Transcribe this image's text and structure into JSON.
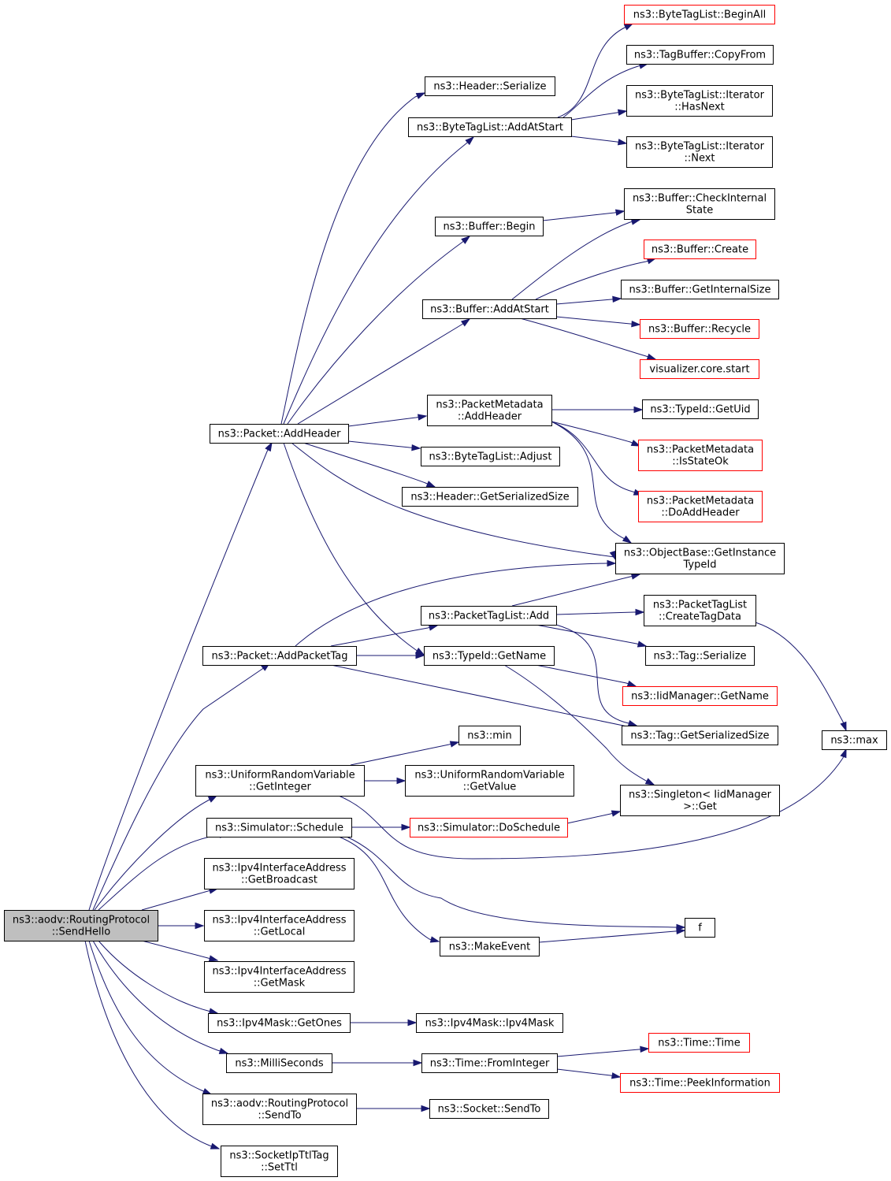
{
  "diagram": {
    "type": "call-graph",
    "colors": {
      "edge": "#191970",
      "node_border": "#000000",
      "node_border_truncated": "#ff0000",
      "root_fill": "#bfbfbf",
      "node_fill": "#ffffff"
    },
    "nodes": [
      {
        "id": "sendhello",
        "lines": [
          "ns3::aodv::RoutingProtocol",
          "::SendHello"
        ],
        "style": "root"
      },
      {
        "id": "packet-addheader",
        "lines": [
          "ns3::Packet::AddHeader"
        ],
        "style": "normal"
      },
      {
        "id": "packet-addpackettag",
        "lines": [
          "ns3::Packet::AddPacketTag"
        ],
        "style": "normal"
      },
      {
        "id": "urv-getinteger",
        "lines": [
          "ns3::UniformRandomVariable",
          "::GetInteger"
        ],
        "style": "normal"
      },
      {
        "id": "sim-schedule",
        "lines": [
          "ns3::Simulator::Schedule"
        ],
        "style": "normal"
      },
      {
        "id": "ipv4ia-getbroadcast",
        "lines": [
          "ns3::Ipv4InterfaceAddress",
          "::GetBroadcast"
        ],
        "style": "normal"
      },
      {
        "id": "ipv4ia-getlocal",
        "lines": [
          "ns3::Ipv4InterfaceAddress",
          "::GetLocal"
        ],
        "style": "normal"
      },
      {
        "id": "ipv4ia-getmask",
        "lines": [
          "ns3::Ipv4InterfaceAddress",
          "::GetMask"
        ],
        "style": "normal"
      },
      {
        "id": "ipv4mask-getones",
        "lines": [
          "ns3::Ipv4Mask::GetOnes"
        ],
        "style": "normal"
      },
      {
        "id": "milliseconds",
        "lines": [
          "ns3::MilliSeconds"
        ],
        "style": "normal"
      },
      {
        "id": "aodv-sendto",
        "lines": [
          "ns3::aodv::RoutingProtocol",
          "::SendTo"
        ],
        "style": "normal"
      },
      {
        "id": "socketipttltag-setttl",
        "lines": [
          "ns3::SocketIpTtlTag",
          "::SetTtl"
        ],
        "style": "normal"
      },
      {
        "id": "header-serialize",
        "lines": [
          "ns3::Header::Serialize"
        ],
        "style": "normal"
      },
      {
        "id": "btl-addatstart",
        "lines": [
          "ns3::ByteTagList::AddAtStart"
        ],
        "style": "normal"
      },
      {
        "id": "buffer-begin",
        "lines": [
          "ns3::Buffer::Begin"
        ],
        "style": "normal"
      },
      {
        "id": "buffer-addatstart",
        "lines": [
          "ns3::Buffer::AddAtStart"
        ],
        "style": "normal"
      },
      {
        "id": "pm-addheader",
        "lines": [
          "ns3::PacketMetadata",
          "::AddHeader"
        ],
        "style": "normal"
      },
      {
        "id": "btl-adjust",
        "lines": [
          "ns3::ByteTagList::Adjust"
        ],
        "style": "normal"
      },
      {
        "id": "header-getserializedsize",
        "lines": [
          "ns3::Header::GetSerializedSize"
        ],
        "style": "normal"
      },
      {
        "id": "ptl-add",
        "lines": [
          "ns3::PacketTagList::Add"
        ],
        "style": "normal"
      },
      {
        "id": "typeid-getname",
        "lines": [
          "ns3::TypeId::GetName"
        ],
        "style": "normal"
      },
      {
        "id": "ns3-min",
        "lines": [
          "ns3::min"
        ],
        "style": "normal"
      },
      {
        "id": "urv-getvalue",
        "lines": [
          "ns3::UniformRandomVariable",
          "::GetValue"
        ],
        "style": "normal"
      },
      {
        "id": "sim-doschedule",
        "lines": [
          "ns3::Simulator::DoSchedule"
        ],
        "style": "truncated"
      },
      {
        "id": "makeevent",
        "lines": [
          "ns3::MakeEvent"
        ],
        "style": "normal"
      },
      {
        "id": "ipv4mask-ctor",
        "lines": [
          "ns3::Ipv4Mask::Ipv4Mask"
        ],
        "style": "normal"
      },
      {
        "id": "time-frominteger",
        "lines": [
          "ns3::Time::FromInteger"
        ],
        "style": "normal"
      },
      {
        "id": "socket-sendto",
        "lines": [
          "ns3::Socket::SendTo"
        ],
        "style": "normal"
      },
      {
        "id": "btl-beginall",
        "lines": [
          "ns3::ByteTagList::BeginAll"
        ],
        "style": "truncated"
      },
      {
        "id": "tagbuffer-copyfrom",
        "lines": [
          "ns3::TagBuffer::CopyFrom"
        ],
        "style": "normal"
      },
      {
        "id": "btl-iter-hasnext",
        "lines": [
          "ns3::ByteTagList::Iterator",
          "::HasNext"
        ],
        "style": "normal"
      },
      {
        "id": "btl-iter-next",
        "lines": [
          "ns3::ByteTagList::Iterator",
          "::Next"
        ],
        "style": "normal"
      },
      {
        "id": "buffer-checkinternalstate",
        "lines": [
          "ns3::Buffer::CheckInternal",
          "State"
        ],
        "style": "normal"
      },
      {
        "id": "buffer-create",
        "lines": [
          "ns3::Buffer::Create"
        ],
        "style": "truncated"
      },
      {
        "id": "buffer-getinternalsize",
        "lines": [
          "ns3::Buffer::GetInternalSize"
        ],
        "style": "normal"
      },
      {
        "id": "buffer-recycle",
        "lines": [
          "ns3::Buffer::Recycle"
        ],
        "style": "truncated"
      },
      {
        "id": "visualizer-core-start",
        "lines": [
          "visualizer.core.start"
        ],
        "style": "truncated"
      },
      {
        "id": "typeid-getuid",
        "lines": [
          "ns3::TypeId::GetUid"
        ],
        "style": "normal"
      },
      {
        "id": "pm-isstateok",
        "lines": [
          "ns3::PacketMetadata",
          "::IsStateOk"
        ],
        "style": "truncated"
      },
      {
        "id": "pm-doaddheader",
        "lines": [
          "ns3::PacketMetadata",
          "::DoAddHeader"
        ],
        "style": "truncated"
      },
      {
        "id": "objectbase-getinstancetypeid",
        "lines": [
          "ns3::ObjectBase::GetInstance",
          "TypeId"
        ],
        "style": "normal"
      },
      {
        "id": "ptl-createtagdata",
        "lines": [
          "ns3::PacketTagList",
          "::CreateTagData"
        ],
        "style": "normal"
      },
      {
        "id": "tag-serialize",
        "lines": [
          "ns3::Tag::Serialize"
        ],
        "style": "normal"
      },
      {
        "id": "iidmanager-getname",
        "lines": [
          "ns3::IidManager::GetName"
        ],
        "style": "truncated"
      },
      {
        "id": "tag-getserializedsize",
        "lines": [
          "ns3::Tag::GetSerializedSize"
        ],
        "style": "normal"
      },
      {
        "id": "ns3-max",
        "lines": [
          "ns3::max"
        ],
        "style": "normal"
      },
      {
        "id": "singleton-get",
        "lines": [
          "ns3::Singleton< IidManager",
          ">::Get"
        ],
        "style": "normal"
      },
      {
        "id": "f",
        "lines": [
          "f"
        ],
        "style": "normal"
      },
      {
        "id": "time-time",
        "lines": [
          "ns3::Time::Time"
        ],
        "style": "truncated"
      },
      {
        "id": "time-peekinformation",
        "lines": [
          "ns3::Time::PeekInformation"
        ],
        "style": "truncated"
      }
    ]
  }
}
